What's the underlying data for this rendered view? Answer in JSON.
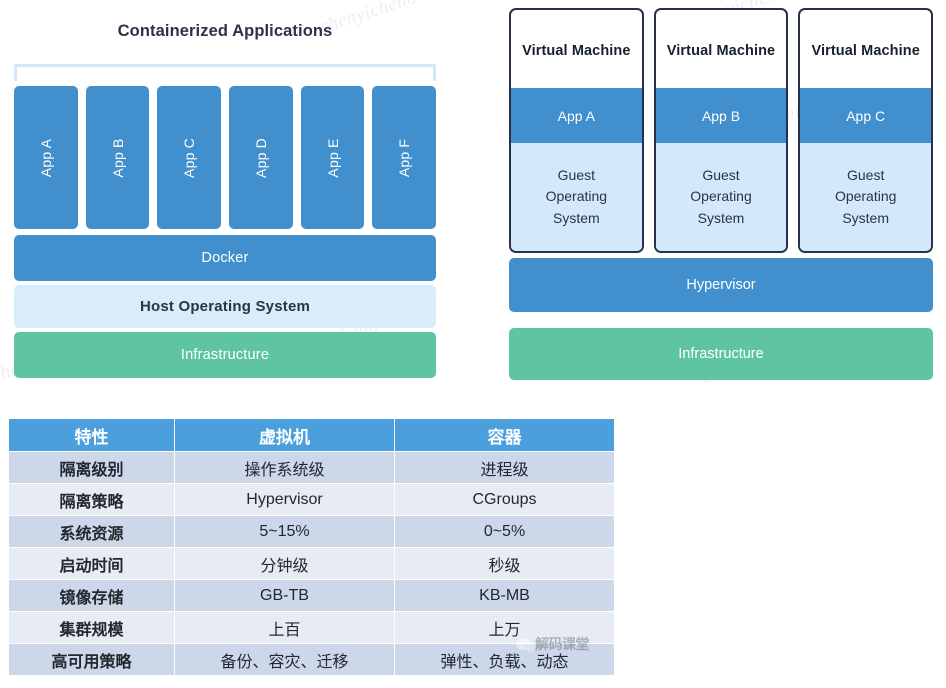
{
  "watermark": {
    "text": "chenyichen6",
    "wechat_badge_text": "解码课堂",
    "color": "#efeff1"
  },
  "containers_panel": {
    "title": "Containerized Applications",
    "bracket_color": "#d3e7f7",
    "apps": [
      {
        "label": "App A"
      },
      {
        "label": "App B"
      },
      {
        "label": "App C"
      },
      {
        "label": "App D"
      },
      {
        "label": "App E"
      },
      {
        "label": "App F"
      }
    ],
    "layers": [
      {
        "label": "Docker",
        "color": "#4190cd"
      },
      {
        "label": "Host Operating System",
        "color": "#d8ecfa"
      },
      {
        "label": "Infrastructure",
        "color": "#5ec4a4"
      }
    ]
  },
  "vm_panel": {
    "machines": [
      {
        "title": "Virtual Machine",
        "app": "App A",
        "guest_line1": "Guest",
        "guest_line2": "Operating",
        "guest_line3": "System"
      },
      {
        "title": "Virtual Machine",
        "app": "App B",
        "guest_line1": "Guest",
        "guest_line2": "Operating",
        "guest_line3": "System"
      },
      {
        "title": "Virtual Machine",
        "app": "App C",
        "guest_line1": "Guest",
        "guest_line2": "Operating",
        "guest_line3": "System"
      }
    ],
    "layers": [
      {
        "label": "Hypervisor",
        "color": "#4190cd"
      },
      {
        "label": "Infrastructure",
        "color": "#5ec4a4"
      }
    ]
  },
  "comparison_table": {
    "header_color": "#4a9fdc",
    "headers": [
      "特性",
      "虚拟机",
      "容器"
    ],
    "rows": [
      {
        "feature": "隔离级别",
        "vm": "操作系统级",
        "container": "进程级"
      },
      {
        "feature": "隔离策略",
        "vm": "Hypervisor",
        "container": "CGroups"
      },
      {
        "feature": "系统资源",
        "vm": "5~15%",
        "container": "0~5%"
      },
      {
        "feature": "启动时间",
        "vm": "分钟级",
        "container": "秒级"
      },
      {
        "feature": "镜像存储",
        "vm": "GB-TB",
        "container": "KB-MB"
      },
      {
        "feature": "集群规模",
        "vm": "上百",
        "container": "上万"
      },
      {
        "feature": "高可用策略",
        "vm": "备份、容灾、迁移",
        "container": "弹性、负载、动态"
      }
    ]
  }
}
